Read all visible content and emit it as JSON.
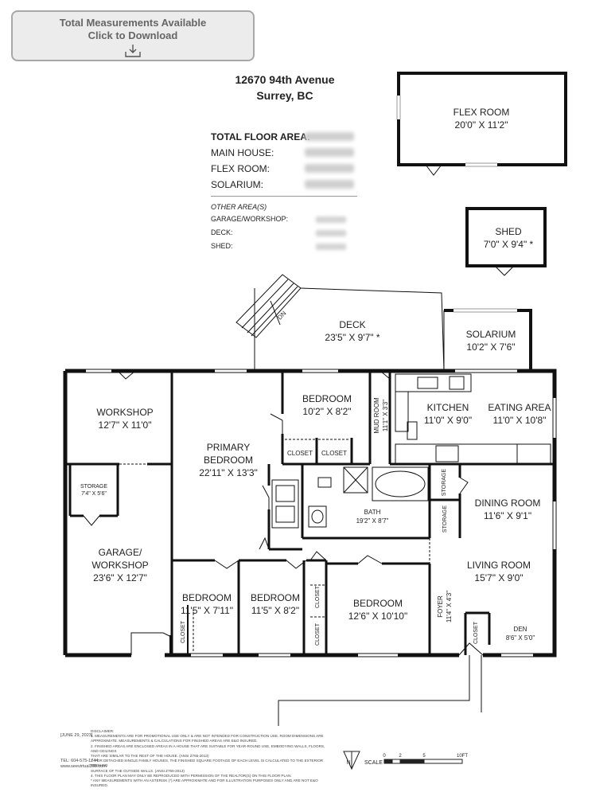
{
  "download_button": {
    "line1": "Total Measurements Available",
    "line2": "Click to Download",
    "icon": "download-icon"
  },
  "address": {
    "line1": "12670 94th Avenue",
    "line2": "Surrey, BC"
  },
  "areas": {
    "total_label": "TOTAL FLOOR AREA:",
    "main_label": "MAIN HOUSE:",
    "flex_label": "FLEX ROOM:",
    "solarium_label": "SOLARIUM:",
    "other_label": "OTHER AREA(S)",
    "garage_label": "GARAGE/WORKSHOP:",
    "deck_label": "DECK:",
    "shed_label": "SHED:"
  },
  "rooms": {
    "flex_room": {
      "name": "FLEX ROOM",
      "dims": "20'0\" X 11'2\""
    },
    "shed": {
      "name": "SHED",
      "dims": "7'0\" X 9'4\" *"
    },
    "deck": {
      "name": "DECK",
      "dims": "23'5\" X 9'7\" *"
    },
    "stairs_label": "DN",
    "solarium": {
      "name": "SOLARIUM",
      "dims": "10'2\" X 7'6\""
    },
    "workshop": {
      "name": "WORKSHOP",
      "dims": "12'7\" X 11'0\""
    },
    "primary_bedroom": {
      "name1": "PRIMARY",
      "name2": "BEDROOM",
      "dims": "22'11\" X 13'3\""
    },
    "bedroom_top": {
      "name": "BEDROOM",
      "dims": "10'2\" X 8'2\""
    },
    "mud_room": {
      "name": "MUD ROOM",
      "dims": "11'1\" X 3'3\""
    },
    "kitchen": {
      "name": "KITCHEN",
      "dims": "11'0\" X 9'0\""
    },
    "eating_area": {
      "name": "EATING AREA",
      "dims": "11'0\" X 10'8\""
    },
    "storage_garage": {
      "name": "STORAGE",
      "dims": "7'4\" X 5'6\""
    },
    "closet": "CLOSET",
    "storage": "STORAGE",
    "bath": {
      "name": "BATH",
      "dims": "19'2\" X 8'7\""
    },
    "dining_room": {
      "name": "DINING ROOM",
      "dims": "11'6\" X 9'1\""
    },
    "garage": {
      "name1": "GARAGE/",
      "name2": "WORKSHOP",
      "dims": "23'6\" X 12'7\""
    },
    "living_room": {
      "name": "LIVING ROOM",
      "dims": "15'7\" X 9'0\""
    },
    "bedroom_1": {
      "name": "BEDROOM",
      "dims": "11'5\" X 7'11\""
    },
    "bedroom_2": {
      "name": "BEDROOM",
      "dims": "11'5\" X 8'2\""
    },
    "bedroom_3": {
      "name": "BEDROOM",
      "dims": "12'6\" X 10'10\""
    },
    "foyer": {
      "name": "FOYER",
      "dims": "11'4\" X 4'3\""
    },
    "den": {
      "name": "DEN",
      "dims": "8'6\" X 5'0\""
    }
  },
  "footer": {
    "date": "[JUNE 29, 2023]",
    "tel": "TEL: 604-575-1744",
    "web": "www.seevirtual360.com",
    "disclaimer_title": "DISCLAIMER:",
    "d1": "1. MEASUREMENTS ARE FOR PROMOTIONAL USE ONLY & ARE NOT INTENDED FOR CONSTRUCTION USE. ROOM DIMENSIONS ARE",
    "d1b": "APPROXIMATE. MEASUREMENTS & CALCULATIONS FOR FINISHED AREAS ARE E&O INSURED.",
    "d2": "2. FINISHED AREAS ARE ENCLOSED AREAS IN A HOUSE THAT ARE SUITABLE FOR YEAR-ROUND USE, EMBODYING WALLS, FLOORS, AND CEILINGS",
    "d2b": "THAT ARE SIMILAR TO THE REST OF THE HOUSE. (ANSI Z765-2013)",
    "d3": "3. FOR DETACHED SINGLE FAMILY HOUSES, THE FINISHED SQUARE FOOTAGE OF EACH LEVEL IS CALCULATED TO THE EXTERIOR FINISHED",
    "d3b": "SURFACE OF THE OUTSIDE WALLS. (ANSI Z765-2013)",
    "d4": "4. THIS FLOOR PLAN MAY ONLY BE REPRODUCED WITH PERMISSION OF THE REALTOR(S) ON THIS FLOOR PLAN.",
    "d5": "* ANY MEASUREMENTS WITH AN ASTERISK (*) ARE APPROXIMATE AND FOR ILLUSTRATION PURPOSES ONLY AND ARE NOT E&O INSURED.",
    "compass": "N",
    "scale_label": "SCALE",
    "s0": "0",
    "s2": "2",
    "s5": "5",
    "s10": "10FT"
  }
}
